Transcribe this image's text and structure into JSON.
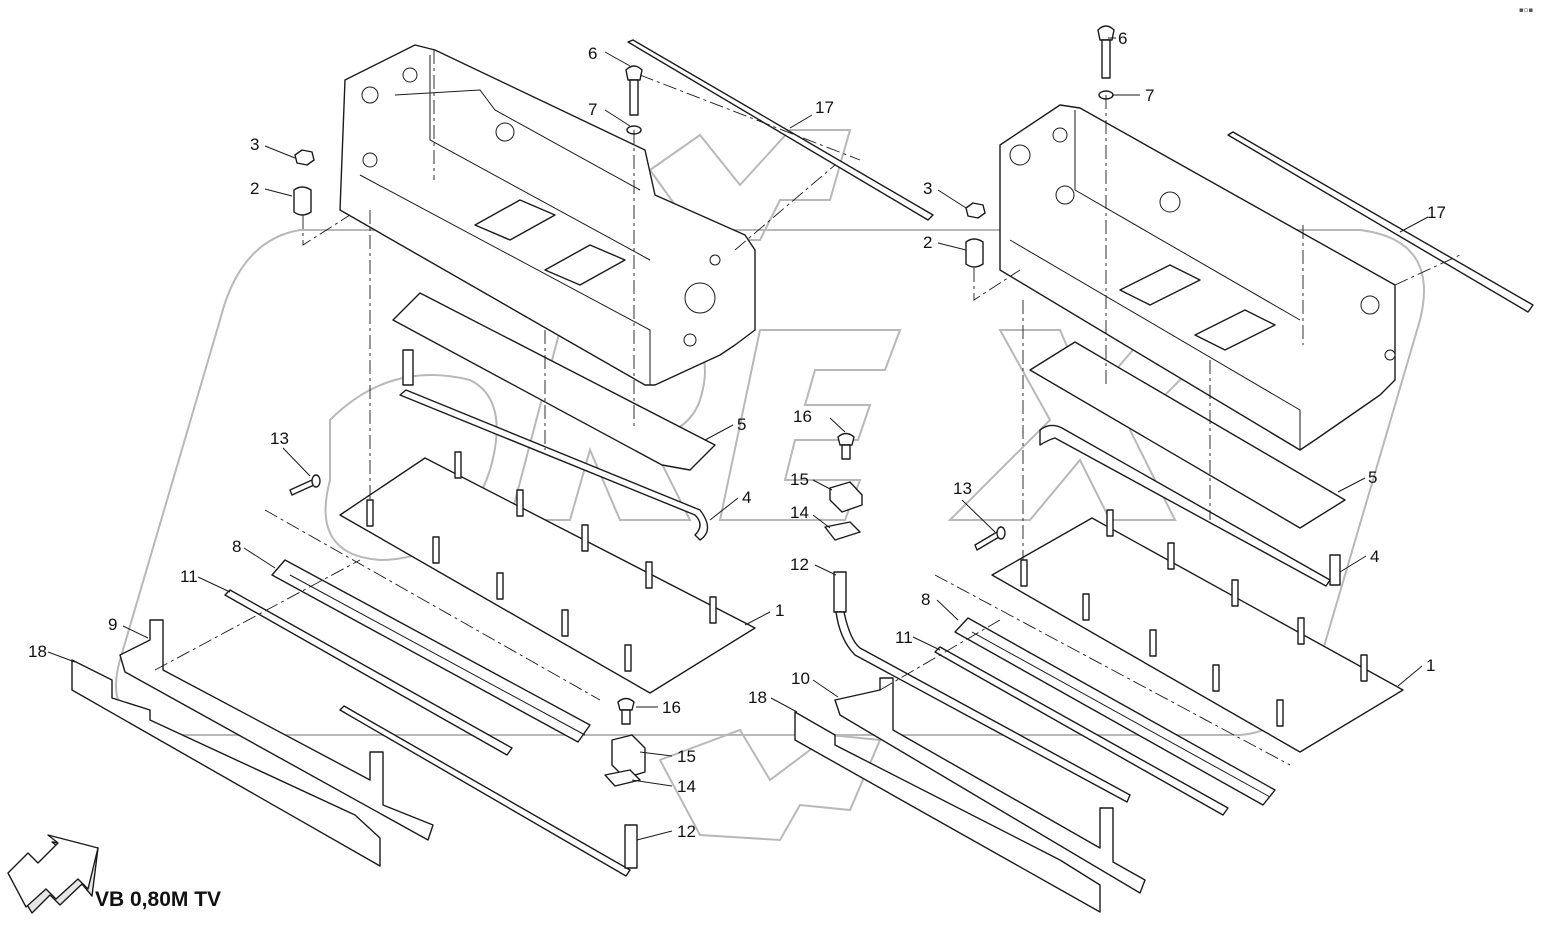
{
  "caption": "VB 0,80M TV",
  "corner_mark": "▪▫▪",
  "watermark": {
    "kind": "logo",
    "lettering": "OREX",
    "color": "#b8b8b8"
  },
  "arrow_icon": "hollow-arrow-northeast",
  "callouts": {
    "left": [
      "6",
      "7",
      "17",
      "3",
      "2",
      "5",
      "13",
      "4",
      "8",
      "11",
      "9",
      "18",
      "1",
      "16",
      "15",
      "14",
      "12"
    ],
    "right": [
      "6",
      "7",
      "3",
      "2",
      "17",
      "16",
      "15",
      "14",
      "12",
      "13",
      "5",
      "4",
      "8",
      "11",
      "1",
      "10",
      "18"
    ]
  }
}
